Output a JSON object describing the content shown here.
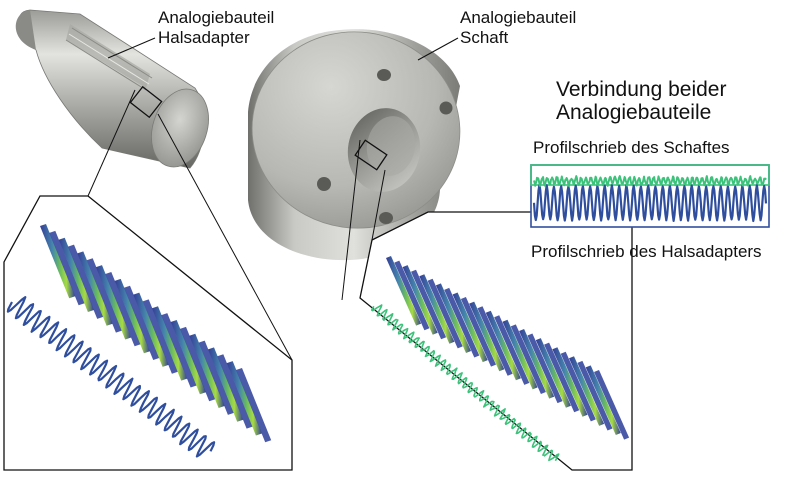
{
  "labels": {
    "halsadapter_l1": "Analogiebauteil",
    "halsadapter_l2": "Halsadapter",
    "schaft_l1": "Analogiebauteil",
    "schaft_l2": "Schaft",
    "verbindung_l1": "Verbindung beider",
    "verbindung_l2": "Analogiebauteile",
    "profil_schaft": "Profilschrieb des Schaftes",
    "profil_halsadapter": "Profilschrieb des Halsadapters"
  },
  "colors": {
    "trace_blue": "#2f4f9e",
    "trace_green": "#3cc27a",
    "metal_light": "#cfcfcc",
    "metal_dark": "#6e6e6a",
    "surface_green": "#9ad63a",
    "surface_blue": "#2c3c9a"
  },
  "icons": {
    "halsadapter": "tapered-cylinder-part",
    "schaft": "flanged-ring-part",
    "surfaces": "3d-surface-topography",
    "traces": "profile-trace"
  }
}
